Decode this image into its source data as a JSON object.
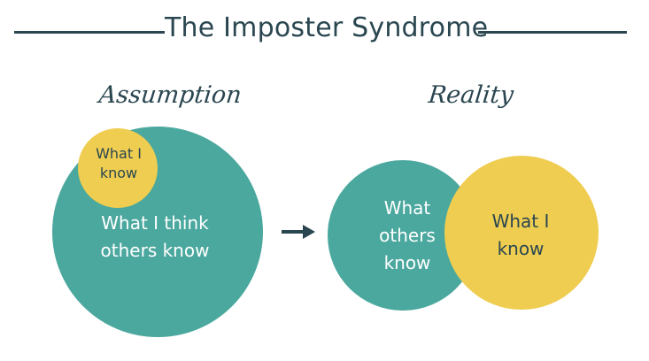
{
  "header": {
    "title": "The Imposter Syndrome"
  },
  "assumption": {
    "label": "Assumption",
    "inner_circle_line1": "What I",
    "inner_circle_line2": "know",
    "outer_circle_line1": "What I think",
    "outer_circle_line2": "others know"
  },
  "reality": {
    "label": "Reality",
    "left_circle_line1": "What",
    "left_circle_line2": "others",
    "left_circle_line3": "know",
    "right_circle_line1": "What I",
    "right_circle_line2": "know"
  },
  "colors": {
    "teal": "#4ba89e",
    "yellow": "#efcd50",
    "ink": "#2a4650"
  },
  "icons": {
    "arrow": "right-arrow-icon"
  }
}
